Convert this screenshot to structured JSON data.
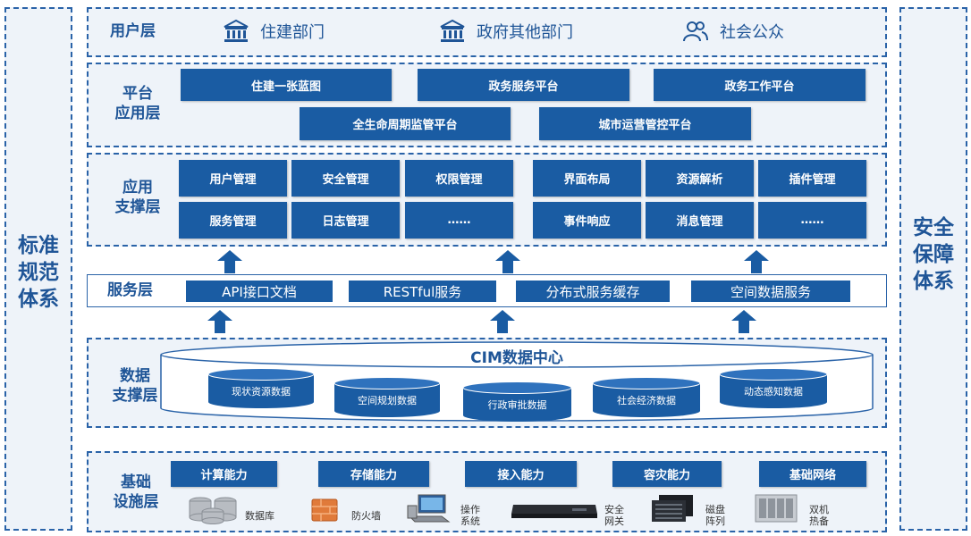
{
  "left_panel_title": [
    "标准",
    "规范",
    "体系"
  ],
  "right_panel_title": [
    "安全",
    "保障",
    "体系"
  ],
  "user_layer": {
    "label": "用户层",
    "items": [
      {
        "icon": "bank-icon",
        "label": "住建部门"
      },
      {
        "icon": "bank-icon",
        "label": "政府其他部门"
      },
      {
        "icon": "people-icon",
        "label": "社会公众"
      }
    ]
  },
  "platform_layer": {
    "label": [
      "平台",
      "应用层"
    ],
    "row1": [
      "住建一张蓝图",
      "政务服务平台",
      "政务工作平台"
    ],
    "row2": [
      "全生命周期监管平台",
      "城市运营管控平台"
    ]
  },
  "support_layer": {
    "label": [
      "应用",
      "支撑层"
    ],
    "row1": [
      "用户管理",
      "安全管理",
      "权限管理",
      "界面布局",
      "资源解析",
      "插件管理"
    ],
    "row2": [
      "服务管理",
      "日志管理",
      "……",
      "事件响应",
      "消息管理",
      "……"
    ]
  },
  "service_layer": {
    "label": "服务层",
    "items": [
      "API接口文档",
      "RESTful服务",
      "分布式服务缓存",
      "空间数据服务"
    ]
  },
  "data_layer": {
    "label": [
      "数据",
      "支撑层"
    ],
    "center_title": "CIM数据中心",
    "databases": [
      "现状资源数据",
      "空间规划数据",
      "行政审批数据",
      "社会经济数据",
      "动态感知数据"
    ]
  },
  "infra_layer": {
    "label": [
      "基础",
      "设施层"
    ],
    "capabilities": [
      "计算能力",
      "存储能力",
      "接入能力",
      "容灾能力",
      "基础网络"
    ],
    "devices": [
      {
        "icon": "database-icon",
        "label": [
          "数据库"
        ]
      },
      {
        "icon": "firewall-icon",
        "label": [
          "防火墙"
        ]
      },
      {
        "icon": "workstation-icon",
        "label": [
          "操作",
          "系统"
        ]
      },
      {
        "icon": "gateway-icon",
        "label": [
          "安全",
          "网关"
        ]
      },
      {
        "icon": "disk-array-icon",
        "label": [
          "磁盘",
          "阵列"
        ]
      },
      {
        "icon": "server-icon",
        "label": [
          "双机",
          "热备"
        ]
      }
    ]
  },
  "colors": {
    "primary": "#1a5ca3",
    "text": "#1f5597",
    "panel_bg": "#eef3f9",
    "border": "#2a63a8"
  }
}
